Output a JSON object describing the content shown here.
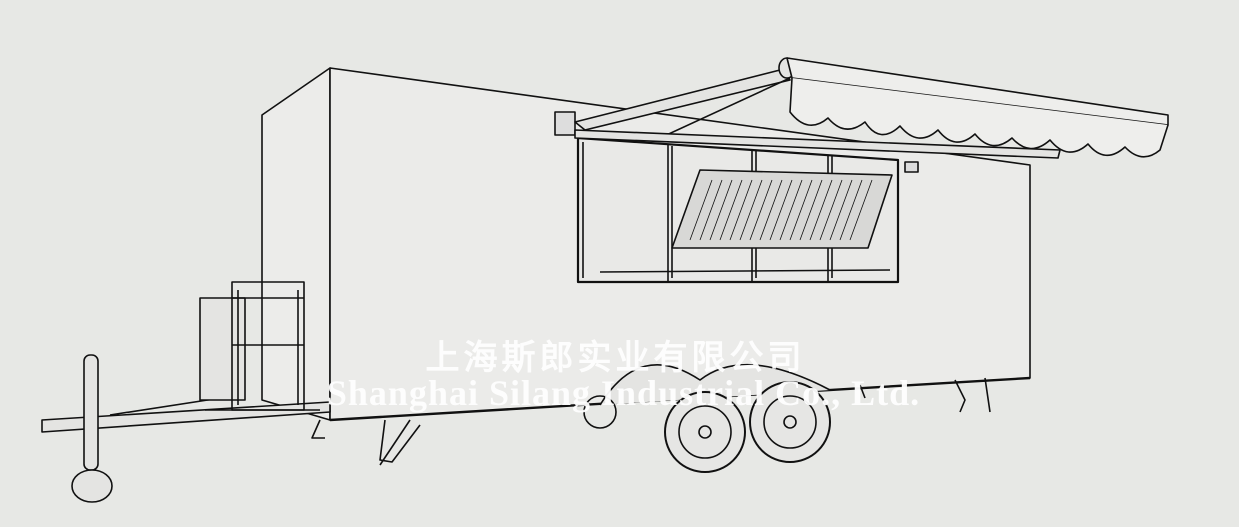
{
  "image": {
    "subject": "food-trailer-line-drawing",
    "background_color": "#e7e8e5",
    "line_color": "#111111"
  },
  "watermark": {
    "chinese": "上海斯郎实业有限公司",
    "english": "Shanghai Silang Industrial Co., Ltd.",
    "color": "#ffffff"
  }
}
